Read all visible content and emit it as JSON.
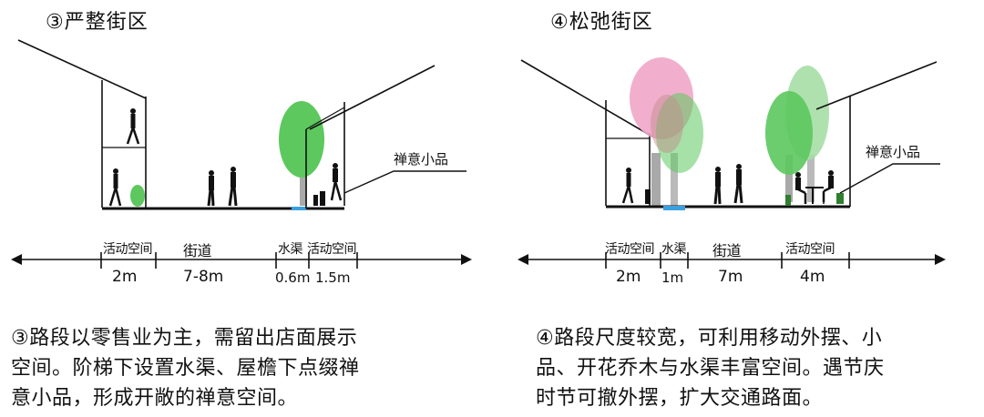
{
  "left": {
    "title": "③严整街区",
    "callout": "禅意小品",
    "segments": [
      {
        "name": "活动空间",
        "width": "2m"
      },
      {
        "name": "街道",
        "width": "7-8m"
      },
      {
        "name": "水渠",
        "width": "0.6m"
      },
      {
        "name": "活动空间",
        "width": "1.5m"
      }
    ],
    "description": [
      "③路段以零售业为主，需留出店面展示",
      "空间。阶梯下设置水渠、屋檐下点缀禅",
      "意小品，形成开敞的禅意空间。"
    ]
  },
  "right": {
    "title": "④松弛街区",
    "callout": "禅意小品",
    "segments": [
      {
        "name": "活动空间",
        "width": "2m"
      },
      {
        "name": "水渠",
        "width": "1m"
      },
      {
        "name": "街道",
        "width": "7m"
      },
      {
        "name": "活动空间",
        "width": "4m"
      }
    ],
    "description": [
      "④路段尺度较宽，可利用移动外摆、小",
      "品、开花乔木与水渠丰富空间。遇节庆",
      "时节可撤外摆，扩大交通路面。"
    ]
  },
  "colors": {
    "tree_green": "#5cc85e",
    "tree_light_green": "#a6dea6",
    "tree_pink": "#f0a6c8",
    "water_blue": "#3aa0e0",
    "line": "#111111",
    "trunk": "#a9a9a9"
  }
}
